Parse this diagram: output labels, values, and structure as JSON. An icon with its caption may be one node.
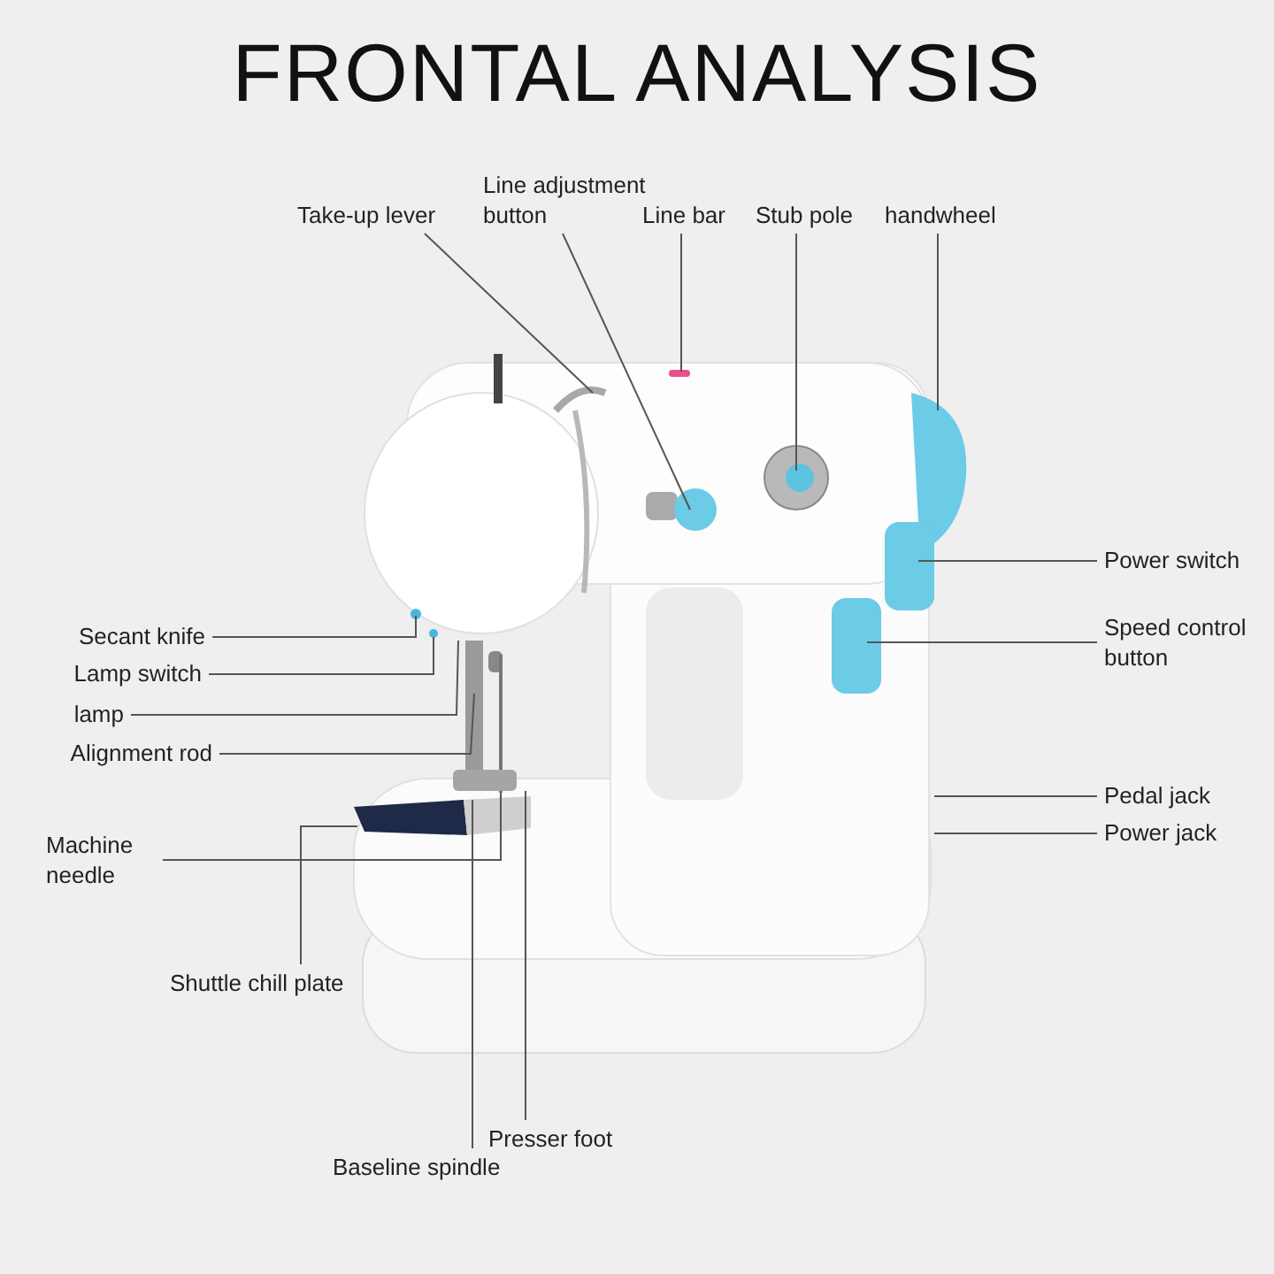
{
  "diagram": {
    "title": "FRONTAL ANALYSIS",
    "nodes": [
      {
        "text": [
          "Take-up lever"
        ]
      },
      {
        "text": [
          "Line adjustment button"
        ]
      },
      {
        "text": [
          "Line bar"
        ]
      },
      {
        "text": [
          "Stub pole"
        ]
      },
      {
        "text": [
          "handwheel"
        ]
      },
      {
        "text": [
          "Power switch"
        ]
      },
      {
        "text": [
          "Speed control button"
        ]
      },
      {
        "text": [
          "Pedal jack"
        ]
      },
      {
        "text": [
          "Power jack"
        ]
      },
      {
        "text": [
          "Secant knife"
        ]
      },
      {
        "text": [
          "Lamp switch"
        ]
      },
      {
        "text": [
          "lamp"
        ]
      },
      {
        "text": [
          "Alignment rod"
        ]
      },
      {
        "text": [
          "Machine needle"
        ]
      },
      {
        "text": [
          "Shuttle chill plate"
        ]
      },
      {
        "text": [
          "Presser foot"
        ]
      },
      {
        "text": [
          "Baseline spindle"
        ]
      }
    ],
    "edges": [
      {
        "from": 0,
        "to": null,
        "arrow": "none"
      },
      {
        "from": 1,
        "to": null,
        "arrow": "none"
      },
      {
        "from": 2,
        "to": null,
        "arrow": "none"
      },
      {
        "from": 3,
        "to": null,
        "arrow": "none"
      },
      {
        "from": 4,
        "to": null,
        "arrow": "none"
      },
      {
        "from": 5,
        "to": null,
        "arrow": "none"
      },
      {
        "from": 6,
        "to": null,
        "arrow": "none"
      },
      {
        "from": 7,
        "to": null,
        "arrow": "none"
      },
      {
        "from": 8,
        "to": null,
        "arrow": "none"
      },
      {
        "from": 9,
        "to": null,
        "arrow": "none"
      },
      {
        "from": 10,
        "to": null,
        "arrow": "none"
      },
      {
        "from": 11,
        "to": null,
        "arrow": "none"
      },
      {
        "from": 12,
        "to": null,
        "arrow": "none"
      },
      {
        "from": 13,
        "to": null,
        "arrow": "none"
      },
      {
        "from": 14,
        "to": null,
        "arrow": "none"
      },
      {
        "from": 15,
        "to": null,
        "arrow": "none"
      },
      {
        "from": 16,
        "to": null,
        "arrow": "none"
      }
    ]
  }
}
